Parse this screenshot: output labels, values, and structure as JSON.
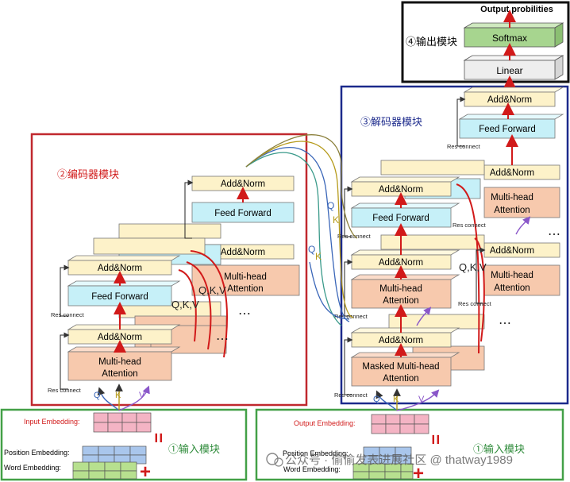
{
  "sections": {
    "output_module": "④输出模块",
    "decoder_module": "③解码器模块",
    "encoder_module": "②编码器模块",
    "input_module_left": "①输入模块",
    "input_module_right": "①输入模块"
  },
  "output": {
    "title": "Output probilities",
    "softmax": "Softmax",
    "linear": "Linear"
  },
  "encoder": {
    "add_norm": "Add&Norm",
    "feed_forward": "Feed Forward",
    "multi_head_line1": "Multi-head",
    "multi_head_line2": "Attention",
    "res_connect": "Res connect",
    "qkv": "Q,K,V",
    "q": "Q",
    "k": "K",
    "v": "V",
    "ellipsis": "⋯"
  },
  "decoder": {
    "add_norm": "Add&Norm",
    "feed_forward": "Feed Forward",
    "multi_head_line1": "Multi-head",
    "multi_head_line2": "Attention",
    "masked_line1": "Masked Multi-head",
    "masked_line2": "Attention",
    "res_connect": "Res connect",
    "qkv": "Q,K,V",
    "q": "Q",
    "k": "K",
    "v": "V",
    "ellipsis": "⋯"
  },
  "cross": {
    "q": "Q",
    "k": "K"
  },
  "inputs_left": {
    "input_embedding": "Input Embedding:",
    "position_embedding": "Position Embedding:",
    "word_embedding": "Word Embedding:",
    "equals": "=",
    "plus": "+"
  },
  "inputs_right": {
    "output_embedding": "Output Embedding:",
    "position_embedding": "Position Embedding:",
    "word_embedding": "Word Embedding:",
    "equals": "=",
    "plus": "+"
  },
  "watermark": "公众号 · 偷偷发表进展社区 @ thatway1989",
  "colors": {
    "cream": "#fdf2c9",
    "cream_side": "#e9d9a0",
    "cyan": "#c6f0f8",
    "cyan_side": "#9ed8e6",
    "salmon": "#f7c9ad",
    "salmon_side": "#e3a585",
    "softmax": "#a7d58f",
    "linear": "#eeeeee",
    "red": "#d11a1a",
    "encoder_border": "#c0282e",
    "decoder_border": "#1c2a8c",
    "input_border": "#43a047",
    "green_block": "#b7e08f",
    "blue_block": "#a9c6ec",
    "pink_block": "#f4b4c4"
  }
}
